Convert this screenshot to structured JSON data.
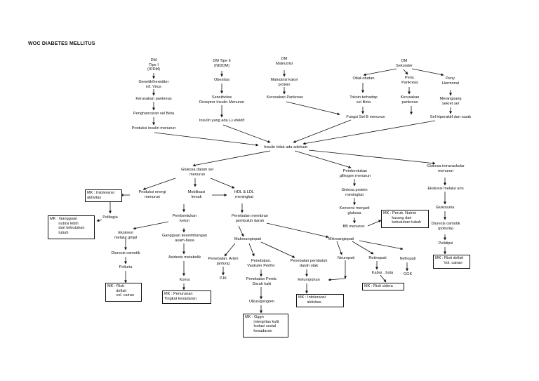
{
  "title": "WOC DIABETES MELLITUS",
  "nodes": {
    "dm1": "DM\nTipe I\n(IDDM)",
    "genetik": "Genetik/herediter\ninf. Virus",
    "kerusakan1": "Kerusakan pankreas",
    "penghancuran": "Penghancuran sel Beta",
    "produksi": "Produksi insulin menurun",
    "dm2": "DM Tipe II\n(NIDDM)",
    "obesitas": "Obesitas",
    "sensitivitas": "Sensitivitas\nReseptor Insulin Menurun",
    "insulin_efektif": "Insulin yang ada (-) efektif",
    "dm_malnutrisi": "DM\nMalnutrisi",
    "malnutrisi_kalori": "Malnutrisi kalori\nprotein",
    "kerusakan_pankreas2": "Kerusakan Pankreas",
    "dm_sekunder": "DM\nSekunder",
    "obat": "Obat-obatan",
    "toksin": "Toksin terhadap\nsel Beta",
    "fungsi_sel": "Fungsi Sel B menurun",
    "peny_pankreas": "Peny.\nPankreas",
    "kerusakan3": "Kerusakan\npankreas",
    "peny_hormonal": "Peny.\nHormonal",
    "merangsang": "Merangsang\nsekret sel",
    "sel_hiper": "Sel hiperaktif dan rusak",
    "insulin_tidak": "Insulin tidak ada adekuat",
    "glukosa_sel": "Glukosa dalam sel\nmenurun",
    "energi": "Produksi energi\nmenurun",
    "mobilisasi": "Mobilisasi\nlemak",
    "hdl": "HDL & LDL\nmeningkat",
    "pembentukan_glikogen": "Pembentukan\nglikogen menurun",
    "sintesa": "Sintesa protein\nmeningkat",
    "konversi": "Konversi menjadi\nglukosa",
    "bb": "BB menurun",
    "glukosa_iv": "Glukosa intravaskular\nmenurun",
    "ekskresi_urin": "Ekskresi melalui urin",
    "glukosuria": "Glukosuria",
    "diuresis2": "Diuresis osmotik\n(poliuria)",
    "polidipsi": "Polidipsi",
    "polifagia": "Polifagia",
    "ekskresi_ginjal": "Ekskresi\nmelalui ginjal",
    "diuresis": "Diuresis osmotik",
    "poliuria": "Poliuria",
    "pembentukan_keton": "Pembentukan\nketon",
    "gangguan_asam": "Gangguan keseimbangan\nasam-basa",
    "asidosis": "Asidosis metabolik",
    "koma": "Koma",
    "penebalan": "Penebalan membran\npembuluh darah",
    "makro": "Makroangiopati",
    "mikro": "Mikroangiopati",
    "arteri": "Penebalan. Arteri\njantung",
    "pjk": "PJK",
    "vaskuler": "Penebalan.\nVaskuler Perifer",
    "pemb_darah": "Penebalan Pemb.\nDarah kaki",
    "ulkus": "Ulkus/gangren",
    "otak": "Penebalan pembuluh\ndarah otak",
    "kelumpuhan": "Kelumpuhan",
    "neuropati": "Neuropati",
    "retinopati": "Retinopati",
    "kabur": "Kabur , buta",
    "nefropati": "Nefropati",
    "ggk": "GGK"
  },
  "boxes": {
    "mk_intoleransi1": "MK : Intoleransi\naktivitas",
    "mk_gangguan_nutrisi": "MK : Gangguan\n        nutrisi lebih\n        dari kebutuhan\n        tubuh",
    "mk_defisit1": "MK : Risti\n        defisit\n        vol. cairan",
    "mk_kesadaran": "MK : Penurunan\nTingkat kesadaran",
    "mk_perub_nutrisi": "MK : Perub. Nutrisi\n        kurang dari\n        kebutuhan tubuh",
    "mk_defisit2": "MK : Risti defisit\n        Vol. cairan",
    "mk_integritas": "MK : Gggn\n        intergritas kulit\n        Isolasi sosial\n        kesadaran",
    "mk_intoleransi2": "MK : Intoleransi\n        aktivitas",
    "mk_cidera": "MK : Risti cidera"
  }
}
